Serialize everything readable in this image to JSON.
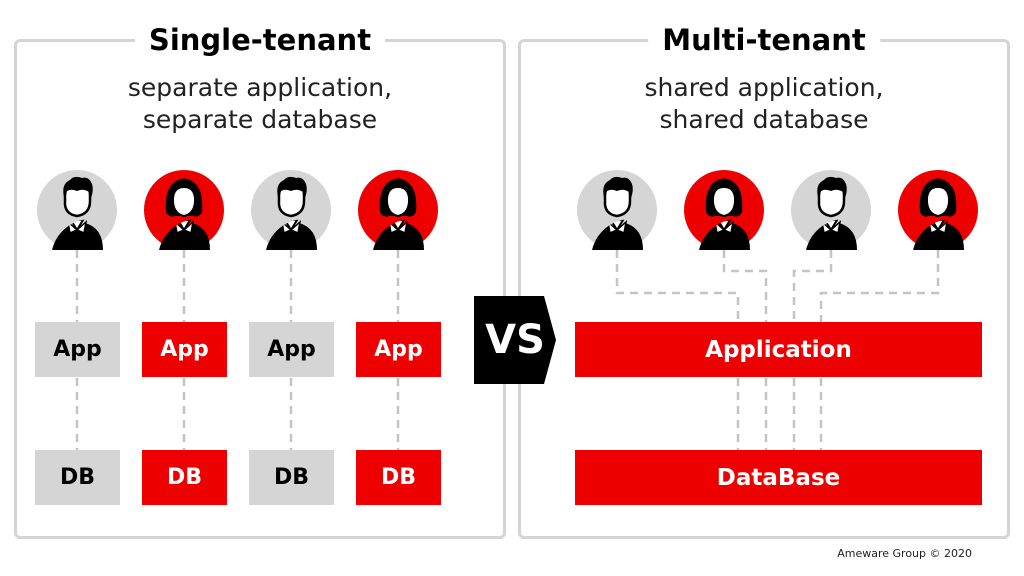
{
  "single": {
    "title": "Single-tenant",
    "subtitle_line1": "separate application,",
    "subtitle_line2": "separate database",
    "app_label": "App",
    "db_label": "DB",
    "columns": [
      {
        "gender": "male",
        "color": "gray"
      },
      {
        "gender": "female",
        "color": "red"
      },
      {
        "gender": "male",
        "color": "gray"
      },
      {
        "gender": "female",
        "color": "red"
      }
    ]
  },
  "multi": {
    "title": "Multi-tenant",
    "subtitle_line1": "shared application,",
    "subtitle_line2": "shared database",
    "application_label": "Application",
    "database_label": "DataBase",
    "users": [
      {
        "gender": "male",
        "color": "gray"
      },
      {
        "gender": "female",
        "color": "red"
      },
      {
        "gender": "male",
        "color": "gray"
      },
      {
        "gender": "female",
        "color": "red"
      }
    ]
  },
  "vs_label": "VS",
  "credit": "Ameware Group © 2020",
  "colors": {
    "red": "#ee0000",
    "gray": "#d5d5d5",
    "border": "#d4d4d4",
    "black": "#000000"
  }
}
